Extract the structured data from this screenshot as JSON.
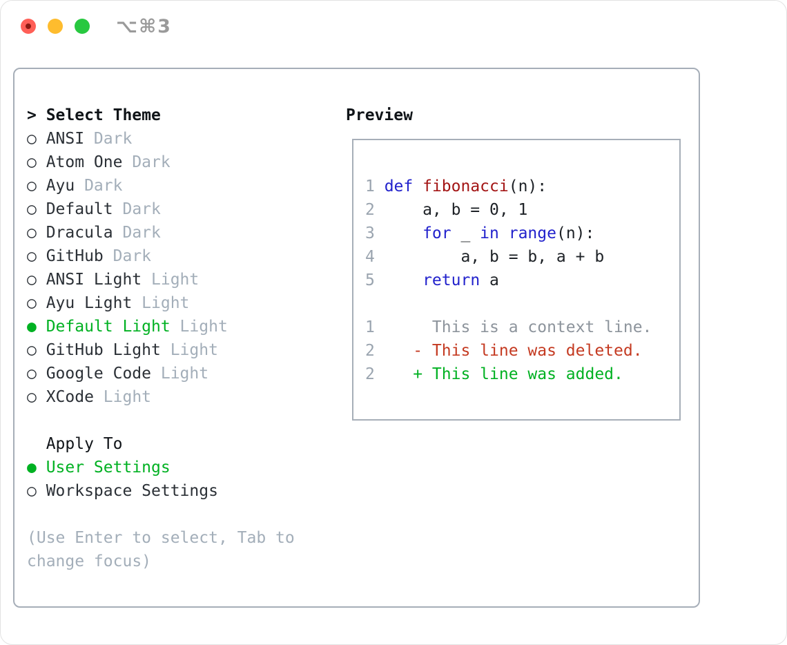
{
  "window": {
    "title": "⌥⌘3",
    "traffic_lights": [
      {
        "name": "close-button",
        "color_key": "traffic-red",
        "has_dot": true
      },
      {
        "name": "minimize-button",
        "color_key": "traffic-yellow",
        "has_dot": false
      },
      {
        "name": "zoom-button",
        "color_key": "traffic-green",
        "has_dot": false
      }
    ]
  },
  "theme_list": {
    "header": {
      "marker": ">",
      "label": "Select Theme"
    },
    "items": [
      {
        "marker": "○",
        "label": "ANSI",
        "variant": "Dark",
        "selected": false
      },
      {
        "marker": "○",
        "label": "Atom One",
        "variant": "Dark",
        "selected": false
      },
      {
        "marker": "○",
        "label": "Ayu",
        "variant": "Dark",
        "selected": false
      },
      {
        "marker": "○",
        "label": "Default",
        "variant": "Dark",
        "selected": false
      },
      {
        "marker": "○",
        "label": "Dracula",
        "variant": "Dark",
        "selected": false
      },
      {
        "marker": "○",
        "label": "GitHub",
        "variant": "Dark",
        "selected": false
      },
      {
        "marker": "○",
        "label": "ANSI Light",
        "variant": "Light",
        "selected": false
      },
      {
        "marker": "○",
        "label": "Ayu Light",
        "variant": "Light",
        "selected": false
      },
      {
        "marker": "●",
        "label": "Default Light",
        "variant": "Light",
        "selected": true
      },
      {
        "marker": "○",
        "label": "GitHub Light",
        "variant": "Light",
        "selected": false
      },
      {
        "marker": "○",
        "label": "Google Code",
        "variant": "Light",
        "selected": false
      },
      {
        "marker": "○",
        "label": "XCode",
        "variant": "Light",
        "selected": false
      }
    ]
  },
  "apply_to": {
    "header": "Apply To",
    "items": [
      {
        "marker": "●",
        "label": "User Settings",
        "selected": true
      },
      {
        "marker": "○",
        "label": "Workspace Settings",
        "selected": false
      }
    ]
  },
  "hint": "(Use Enter to select, Tab to change focus)",
  "preview": {
    "title": "Preview",
    "lines": [
      {
        "name": "code-line-1",
        "num": "1",
        "segs": [
          [
            "def",
            "kw"
          ],
          [
            " ",
            "fg"
          ],
          [
            "fibonacci",
            "fn"
          ],
          [
            "(n):",
            "fg"
          ]
        ]
      },
      {
        "name": "code-line-2",
        "num": "2",
        "segs": [
          [
            "    a, b = 0, 1",
            "fg"
          ]
        ]
      },
      {
        "name": "code-line-3",
        "num": "3",
        "segs": [
          [
            "    ",
            "fg"
          ],
          [
            "for",
            "kw"
          ],
          [
            " _ ",
            "fg"
          ],
          [
            "in",
            "kw"
          ],
          [
            " ",
            "fg"
          ],
          [
            "range",
            "kw"
          ],
          [
            "(n):",
            "fg"
          ]
        ]
      },
      {
        "name": "code-line-4",
        "num": "4",
        "segs": [
          [
            "        a, b = b, a + b",
            "fg"
          ]
        ]
      },
      {
        "name": "code-line-5",
        "num": "5",
        "segs": [
          [
            "    ",
            "fg"
          ],
          [
            "return",
            "kw"
          ],
          [
            " a",
            "fg"
          ]
        ]
      },
      {
        "name": "blank-line",
        "num": "",
        "segs": []
      },
      {
        "name": "diff-context-line",
        "num": "1",
        "segs": [
          [
            "     This is a context line.",
            "ctx"
          ]
        ]
      },
      {
        "name": "diff-deleted-line",
        "num": "2",
        "segs": [
          [
            "   - This line was deleted.",
            "del"
          ]
        ]
      },
      {
        "name": "diff-added-line",
        "num": "2",
        "segs": [
          [
            "   + This line was added.",
            "add"
          ]
        ]
      }
    ]
  },
  "colors": {
    "ui": {
      "header": "#101418",
      "item": "#2b3036",
      "muted": "#a3aeb9",
      "green": "#00b122",
      "border": "#a6aeb8",
      "num": "#9aa4af",
      "titlebar-text": "#9a9a9a",
      "traffic-red": "#ff5f57",
      "traffic-red-dot": "#8c1a12",
      "traffic-yellow": "#febc2e",
      "traffic-green": "#28c840"
    },
    "syntax": {
      "fg": "#1d2126",
      "kw": "#2222cc",
      "fn": "#a31515",
      "num": "#9aa4af",
      "ctx": "#8d949c",
      "del": "#c43a21",
      "add": "#00b122"
    }
  }
}
